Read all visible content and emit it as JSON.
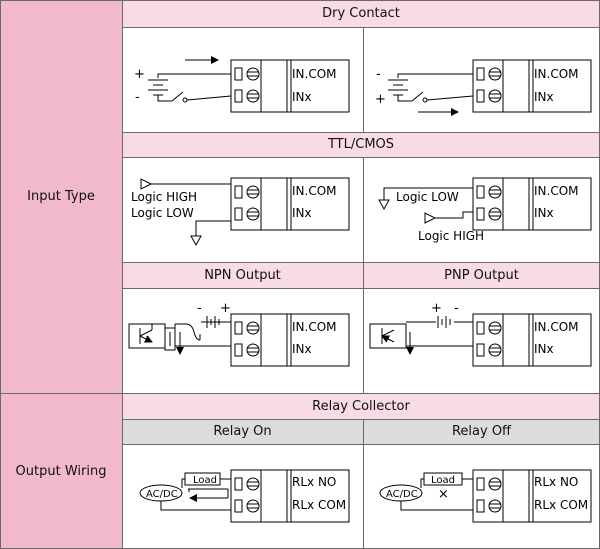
{
  "sections": {
    "input_type": "Input Type",
    "output_wiring": "Output Wiring"
  },
  "headers": {
    "dry_contact": "Dry Contact",
    "ttl_cmos": "TTL/CMOS",
    "npn_output": "NPN Output",
    "pnp_output": "PNP Output",
    "relay_collector": "Relay Collector",
    "relay_on": "Relay On",
    "relay_off": "Relay Off"
  },
  "terminals": {
    "in_com": "IN.COM",
    "inx": "INx",
    "rlx_no": "RLx NO",
    "rlx_com": "RLx COM"
  },
  "labels": {
    "logic_high": "Logic HIGH",
    "logic_low": "Logic LOW",
    "plus": "+",
    "minus": "-",
    "load": "Load",
    "ac_dc": "AC/DC",
    "off_mark": "×"
  }
}
